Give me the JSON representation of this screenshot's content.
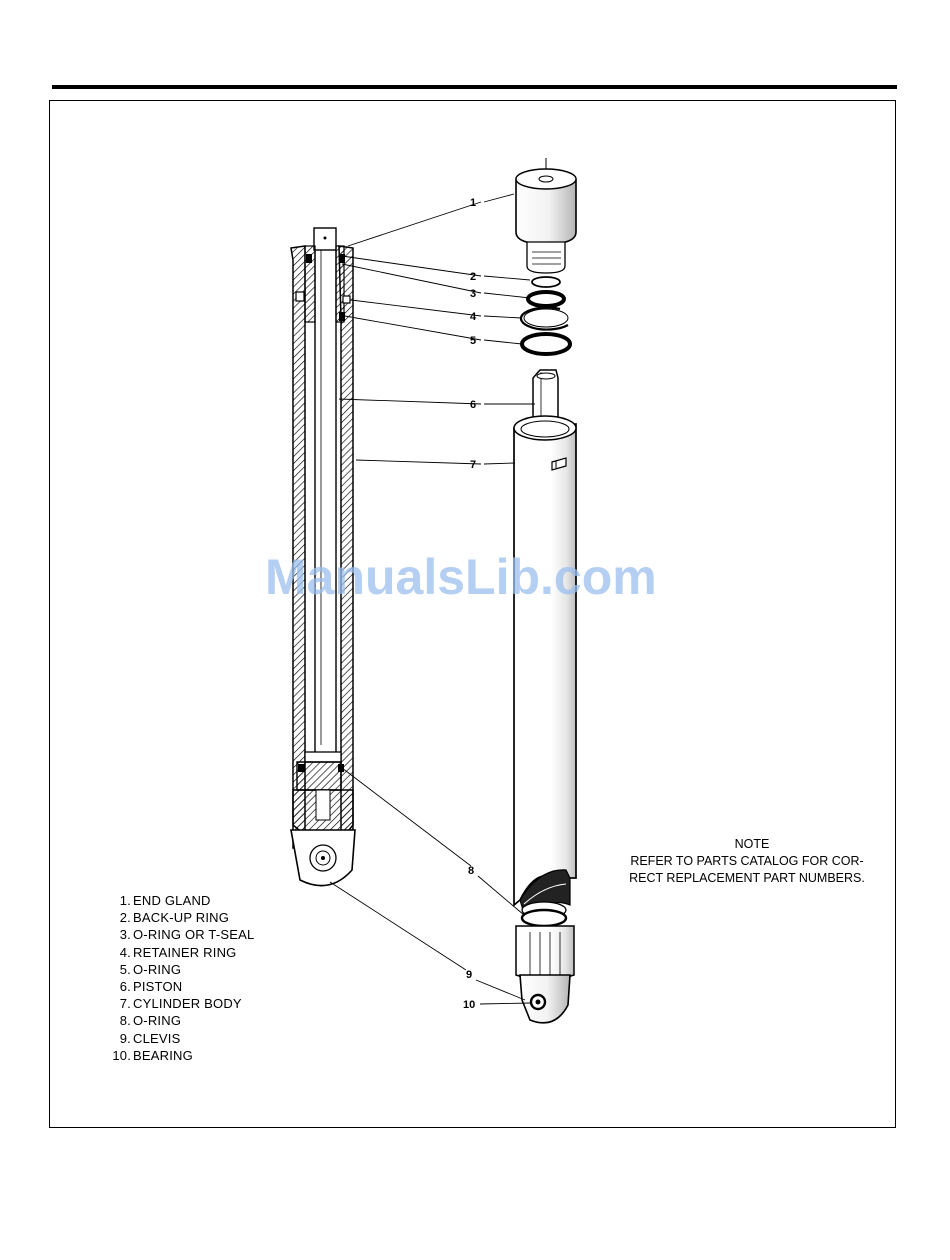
{
  "legend": [
    {
      "number": "1.",
      "label": "END GLAND"
    },
    {
      "number": "2.",
      "label": "BACK-UP RING"
    },
    {
      "number": "3.",
      "label": "O-RING OR T-SEAL"
    },
    {
      "number": "4.",
      "label": "RETAINER RING"
    },
    {
      "number": "5.",
      "label": "O-RING"
    },
    {
      "number": "6.",
      "label": "PISTON"
    },
    {
      "number": "7.",
      "label": "CYLINDER BODY"
    },
    {
      "number": "8.",
      "label": "O-RING"
    },
    {
      "number": "9.",
      "label": "CLEVIS"
    },
    {
      "number": "10.",
      "label": "BEARING"
    }
  ],
  "callouts": [
    "1",
    "2",
    "3",
    "4",
    "5",
    "6",
    "7",
    "8",
    "9",
    "10"
  ],
  "note": {
    "title": "NOTE",
    "line1": "REFER TO PARTS CATALOG FOR COR-",
    "line2": "RECT REPLACEMENT PART NUMBERS."
  },
  "watermark": "ManualsLib.com"
}
